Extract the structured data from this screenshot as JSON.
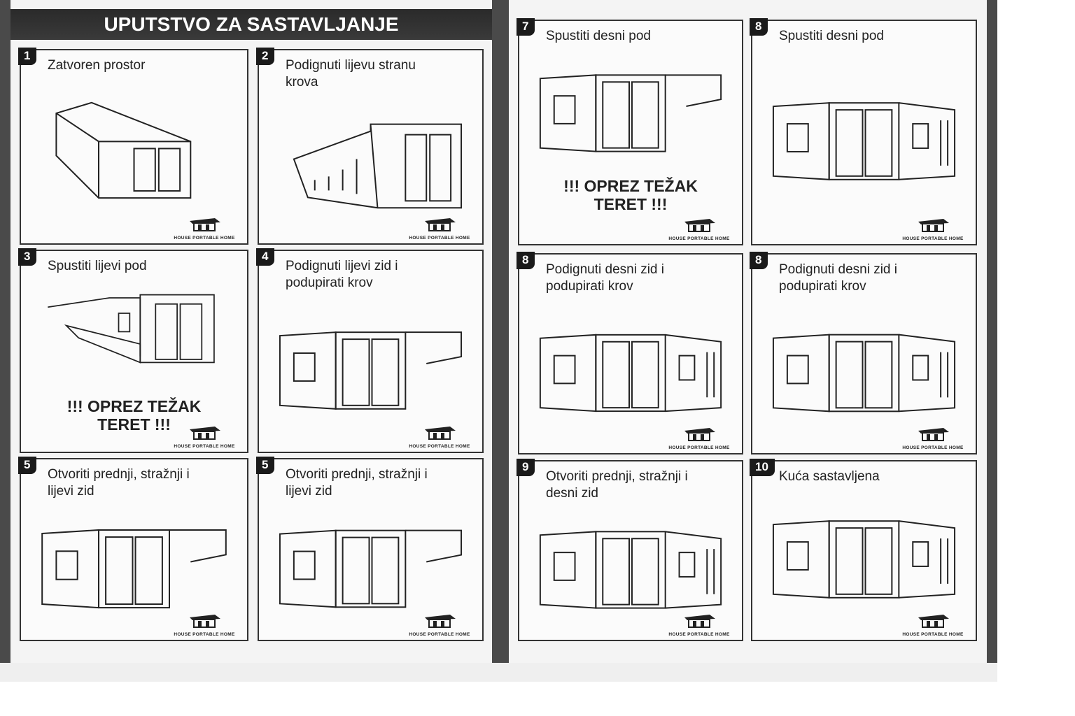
{
  "title": "UPUTSTVO ZA SASTAVLJANJE",
  "logo_text": "HOUSE PORTABLE HOME",
  "warning": [
    "!!! OPREZ TEŽAK",
    "TERET !!!"
  ],
  "left_steps": [
    {
      "number": "1",
      "text": "Zatvoren prostor",
      "variant": "closed"
    },
    {
      "number": "2",
      "text": "Podignuti lijevu stranu krova",
      "variant": "roof"
    },
    {
      "number": "3",
      "text": "Spustiti lijevi pod",
      "variant": "floor",
      "warning": true
    },
    {
      "number": "4",
      "text": "Podignuti lijevi zid i podupirati krov",
      "variant": "half"
    },
    {
      "number": "5",
      "text": "Otvoriti prednji, stražnji i lijevi zid",
      "variant": "half"
    },
    {
      "number": "5",
      "text": "Otvoriti prednji, stražnji i lijevi zid",
      "variant": "half"
    }
  ],
  "right_steps": [
    {
      "number": "7",
      "text": "Spustiti desni pod",
      "variant": "half",
      "warning": true
    },
    {
      "number": "8",
      "text": "Spustiti desni pod",
      "variant": "full"
    },
    {
      "number": "8",
      "text": "Podignuti desni zid i podupirati krov",
      "variant": "full"
    },
    {
      "number": "8",
      "text": "Podignuti desni zid i podupirati krov",
      "variant": "full"
    },
    {
      "number": "9",
      "text": "Otvoriti prednji, stražnji i desni zid",
      "variant": "full"
    },
    {
      "number": "10",
      "text": "Kuća sastavljena",
      "variant": "full"
    }
  ]
}
